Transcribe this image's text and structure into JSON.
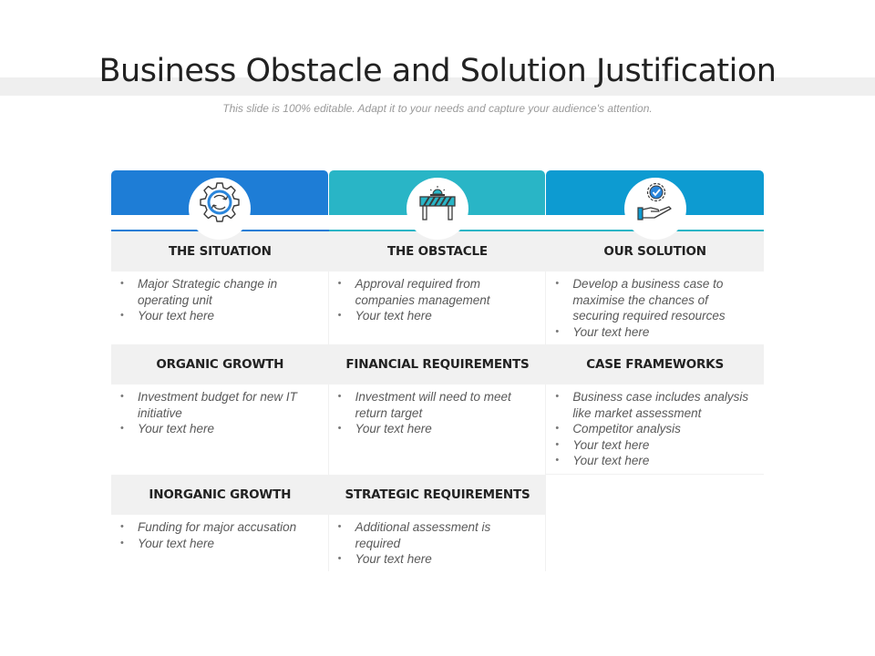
{
  "slide": {
    "title": "Business Obstacle and Solution Justification",
    "subtitle": "This slide is 100% editable. Adapt it to your needs and capture your audience's attention."
  },
  "columns": [
    {
      "header_color": "#1e7dd6",
      "icon": "gear-refresh-icon"
    },
    {
      "header_color": "#29b5c6",
      "icon": "roadblock-barrier-icon"
    },
    {
      "header_color": "#0d9bd1",
      "icon": "hand-gear-check-icon"
    }
  ],
  "rows": [
    {
      "cells": [
        {
          "label": "THE SITUATION",
          "bullets": [
            "Major Strategic change in operating unit",
            "Your text here"
          ]
        },
        {
          "label": "THE OBSTACLE",
          "bullets": [
            "Approval required from companies management",
            "Your text here"
          ]
        },
        {
          "label": "OUR SOLUTION",
          "bullets": [
            "Develop a business case to maximise the chances of securing required resources",
            "Your text here"
          ]
        }
      ]
    },
    {
      "cells": [
        {
          "label": "ORGANIC GROWTH",
          "bullets": [
            "Investment budget for new IT initiative",
            "Your text here"
          ]
        },
        {
          "label": "FINANCIAL REQUIREMENTS",
          "bullets": [
            "Investment will need to meet return target",
            "Your text here"
          ]
        },
        {
          "label": "CASE FRAMEWORKS",
          "bullets": [
            "Business case includes analysis like market assessment",
            "Competitor analysis",
            "Your text here",
            "Your text here"
          ]
        }
      ]
    },
    {
      "cells": [
        {
          "label": "INORGANIC GROWTH",
          "bullets": [
            "Funding for major accusation",
            "Your text here"
          ]
        },
        {
          "label": "STRATEGIC REQUIREMENTS",
          "bullets": [
            "Additional assessment is required",
            "Your text here"
          ]
        }
      ]
    }
  ]
}
